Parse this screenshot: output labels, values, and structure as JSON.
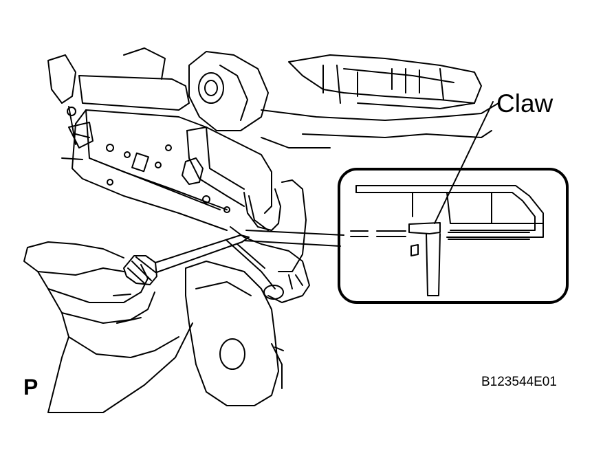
{
  "labels": {
    "claw": "Claw",
    "view_letter": "P",
    "figure_code": "B123544E01"
  },
  "colors": {
    "line": "#000000",
    "background": "#ffffff"
  }
}
